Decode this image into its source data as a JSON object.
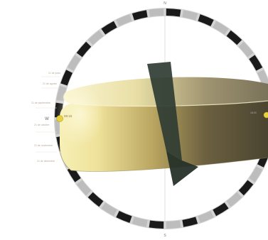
{
  "compass": {
    "north_label": "N",
    "south_label": "S",
    "west_label": "W",
    "segment_count": 40,
    "colors": {
      "dark": "#1a1a1a",
      "light": "#bdbdbd",
      "ring_bg": "#d9d9d9"
    }
  },
  "side_labels": [
    {
      "main": "21 de junio",
      "sub": ""
    },
    {
      "main": "21 de agosto",
      "sub": ""
    },
    {
      "main": "21 de septiembre",
      "sub": ""
    },
    {
      "main": "21 de octubre",
      "sub": ""
    },
    {
      "main": "21 de noviembre",
      "sub": ""
    },
    {
      "main": "21 de diciembre",
      "sub": ""
    }
  ],
  "marker_label": "06:15",
  "right_label": "18:00",
  "colors": {
    "band_light": "#f4ecae",
    "band_mid": "#dcc87a",
    "band_dark": "#4e4630",
    "wall": "#2c3a32",
    "sun_marker": "#e8d23c"
  }
}
